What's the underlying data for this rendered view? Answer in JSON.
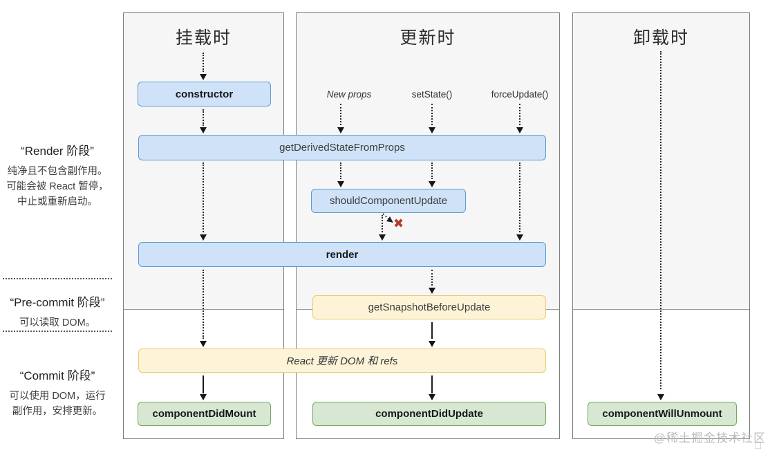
{
  "columns": [
    {
      "id": "mount",
      "title": "挂载时"
    },
    {
      "id": "update",
      "title": "更新时",
      "triggers": [
        "New props",
        "setState()",
        "forceUpdate()"
      ]
    },
    {
      "id": "unmount",
      "title": "卸载时"
    }
  ],
  "nodes": {
    "ctor": "constructor",
    "get_derived_state_from_props": "getDerivedStateFromProps",
    "should_component_update": "shouldComponentUpdate",
    "render": "render",
    "get_snapshot_before_update": "getSnapshotBeforeUpdate",
    "react_updates_dom": "React 更新 DOM 和 refs",
    "component_did_mount": "componentDidMount",
    "component_did_update": "componentDidUpdate",
    "component_will_unmount": "componentWillUnmount"
  },
  "phases": {
    "render": {
      "title": "“Render 阶段”",
      "lines": [
        "纯净且不包含副作用。",
        "可能会被 React 暂停，",
        "中止或重新启动。"
      ]
    },
    "pre_commit": {
      "title": "“Pre-commit 阶段”",
      "lines": [
        "可以读取 DOM。"
      ]
    },
    "commit": {
      "title": "“Commit 阶段”",
      "lines": [
        "可以使用 DOM，运行",
        "副作用，安排更新。"
      ]
    }
  },
  "icons": {
    "abort_x": "✖",
    "missing_glyph": "□"
  },
  "watermark": "@稀土掘金技术社区",
  "colors": {
    "box_blue_fill": "#cfe2f7",
    "box_blue_border": "#5b9bd5",
    "box_yellow_fill": "#fdf3d6",
    "box_yellow_border": "#ecca6e",
    "box_green_fill": "#d7e7d1",
    "box_green_border": "#73a861",
    "panel_header_bg": "#f6f6f6",
    "panel_border": "#7d7d7d",
    "arrow": "#1c1c1c",
    "abort_red": "#b5372b",
    "watermark_gray": "#bdbdbd"
  }
}
